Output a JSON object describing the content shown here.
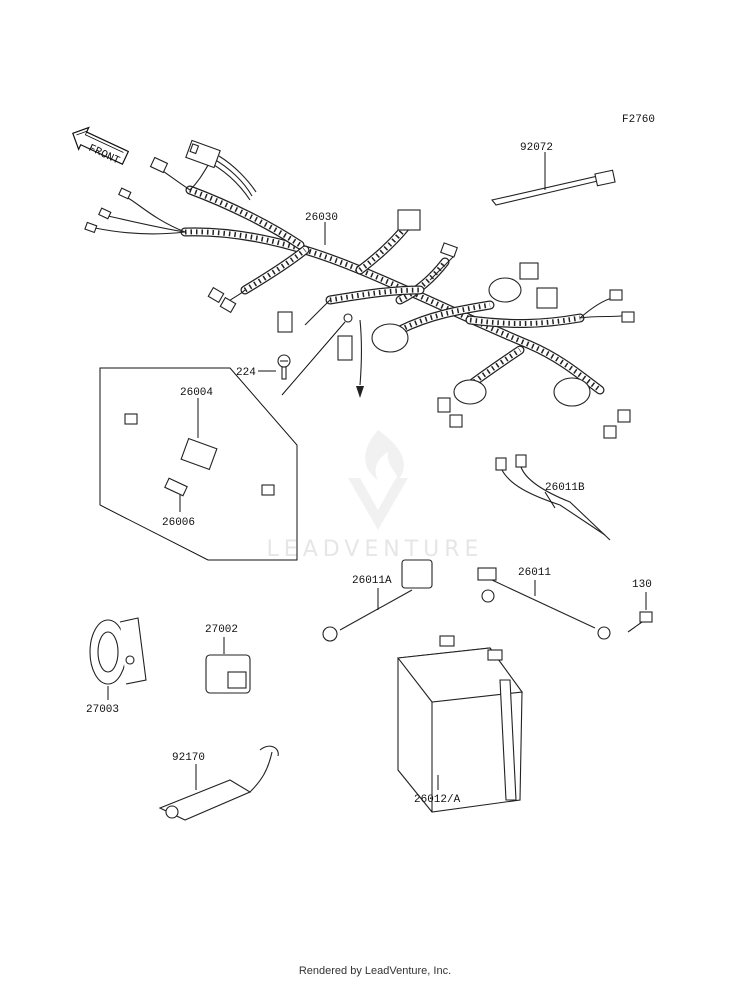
{
  "figure_code": "F2760",
  "front_label": "FRONT",
  "watermark": "LEADVENTURE",
  "footer": "Rendered by LeadVenture, Inc.",
  "callouts": [
    {
      "id": "92072",
      "text": "92072"
    },
    {
      "id": "26030",
      "text": "26030"
    },
    {
      "id": "224",
      "text": "224"
    },
    {
      "id": "26004",
      "text": "26004"
    },
    {
      "id": "26006",
      "text": "26006"
    },
    {
      "id": "26011B",
      "text": "26011B"
    },
    {
      "id": "26011A",
      "text": "26011A"
    },
    {
      "id": "26011",
      "text": "26011"
    },
    {
      "id": "130",
      "text": "130"
    },
    {
      "id": "27002",
      "text": "27002"
    },
    {
      "id": "27003",
      "text": "27003"
    },
    {
      "id": "92170",
      "text": "92170"
    },
    {
      "id": "26012A",
      "text": "26012/A"
    }
  ]
}
